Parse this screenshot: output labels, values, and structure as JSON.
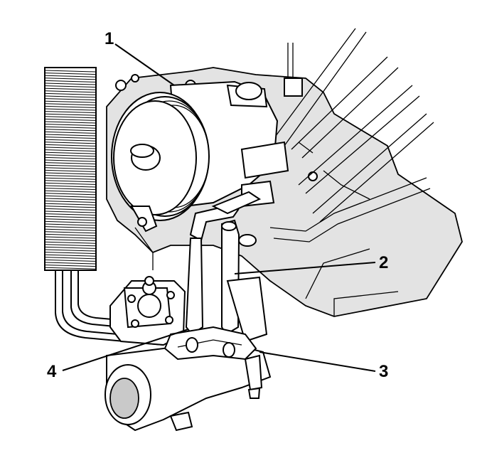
{
  "figure": {
    "callouts": [
      {
        "id": "callout-1",
        "text": "1"
      },
      {
        "id": "callout-2",
        "text": "2"
      },
      {
        "id": "callout-3",
        "text": "3"
      },
      {
        "id": "callout-4",
        "text": "4"
      }
    ]
  }
}
